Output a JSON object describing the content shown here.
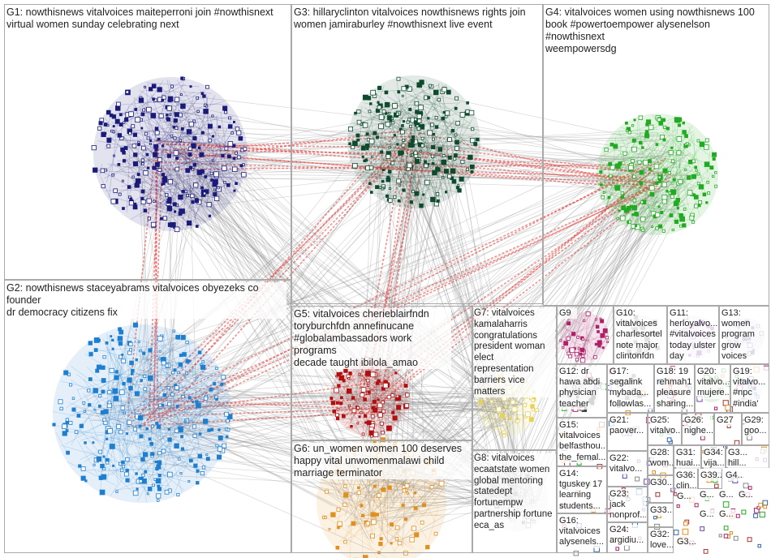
{
  "groups": [
    {
      "id": "G1",
      "label": "G1: nowthisnews vitalvoices maiteperroni join #nowthisnext\nvirtual women sunday celebrating next",
      "color": "#1a1a7a"
    },
    {
      "id": "G2",
      "label": "G2: nowthisnews staceyabrams vitalvoices obyezeks co founder\ndr democracy citizens fix",
      "color": "#1e7fd0"
    },
    {
      "id": "G3",
      "label": "G3: hillaryclinton vitalvoices nowthisnews rights join\nwomen jamiraburley #nowthisnext live event",
      "color": "#0e4a2e"
    },
    {
      "id": "G4",
      "label": "G4: vitalvoices women using nowthisnews 100\nbook #powertoempower alysenelson #nowthisnext\nweempowersdg",
      "color": "#22aa22"
    },
    {
      "id": "G5",
      "label": "G5: vitalvoices cherieblairfndn\ntoryburchfdn annefinucane\n#globalambassadors work programs\ndecade taught ibilola_amao",
      "color": "#b01010"
    },
    {
      "id": "G6",
      "label": "G6: un_women women 100 deserves\nhappy vital unwomenmalawi child\nmarriage terminator",
      "color": "#e09020"
    },
    {
      "id": "G7",
      "label": "G7: vitalvoices\nkamalaharris\ncongratulations\npresident woman\nelect\nrepresentation\nbarriers vice\nmatters",
      "color": "#e6d25a"
    },
    {
      "id": "G8",
      "label": "G8: vitalvoices\necaatstate women\nglobal mentoring\nstatedept\nfortunempw\npartnership fortune\neca_as",
      "color": "#888888"
    },
    {
      "id": "G9",
      "label": "G9",
      "color": "#b0206a"
    },
    {
      "id": "G10",
      "label": "G10:\nvitalvoices\ncharlesortel\nnote major\nclintonfdn",
      "color": "#7a7a7a"
    },
    {
      "id": "G11",
      "label": "G11:\nherloyalvo...\n#vitalvoices\ntoday ulster\nday",
      "color": "#8844aa"
    },
    {
      "id": "G13",
      "label": "G13:\nwomen\nprogram\ngrow\nvoices",
      "color": "#666699"
    },
    {
      "id": "G12",
      "label": "G12: dr\nhawa abdi\nphysician\nteacher",
      "color": "#444444"
    },
    {
      "id": "G17",
      "label": "G17:\nsegalink\nmybada...\nfollowlas...",
      "color": "#777777"
    },
    {
      "id": "G18",
      "label": "G18: 19\nrehmah1\npleasure\nsharing...",
      "color": "#aa3333"
    },
    {
      "id": "G20",
      "label": "G20:\nvitalvo...\nmujere...",
      "color": "#338833"
    },
    {
      "id": "G19",
      "label": "G19:\nvitalvo...\n#npc\n#india'",
      "color": "#3366aa"
    },
    {
      "id": "G15",
      "label": "G15:\nvitalvoices\nbelfasthou...\nthe_femal...",
      "color": "#556677"
    },
    {
      "id": "G21",
      "label": "G21:\npaover...",
      "color": "#884422"
    },
    {
      "id": "G25",
      "label": "G25:\nvitalvo...",
      "color": "#224488"
    },
    {
      "id": "G26",
      "label": "G26:\nnighe...",
      "color": "#228844"
    },
    {
      "id": "G27",
      "label": "G27",
      "color": "#aa22aa"
    },
    {
      "id": "G29",
      "label": "G29:\ngoo...",
      "color": "#4466cc"
    },
    {
      "id": "G22",
      "label": "G22:\nvitalvo...",
      "color": "#888800"
    },
    {
      "id": "G28",
      "label": "G28:\nwom...",
      "color": "#666666"
    },
    {
      "id": "G31",
      "label": "G31:\nhuai...",
      "color": "#996633"
    },
    {
      "id": "G34",
      "label": "G34:\nvija...",
      "color": "#336666"
    },
    {
      "id": "G3x",
      "label": "G3...\nhill...",
      "color": "#555555"
    },
    {
      "id": "G14",
      "label": "G14:\ntguskey 17\nlearning\nstudents...",
      "color": "#555588"
    },
    {
      "id": "G23",
      "label": "G23:\njack\nnonprof...",
      "color": "#558855"
    },
    {
      "id": "G30",
      "label": "G30...",
      "color": "#666666"
    },
    {
      "id": "G36",
      "label": "G36:\nclin...",
      "color": "#666666"
    },
    {
      "id": "G39",
      "label": "G39...",
      "color": "#666666"
    },
    {
      "id": "G16",
      "label": "G16:\nvitalvoices\nalysenels...",
      "color": "#666666"
    },
    {
      "id": "G24",
      "label": "G24:\nargidiu...",
      "color": "#666666"
    },
    {
      "id": "G33",
      "label": "G33...",
      "color": "#666666"
    },
    {
      "id": "G32",
      "label": "G32:\nlove...",
      "color": "#666666"
    },
    {
      "id": "G4x",
      "label": "G4...",
      "color": "#666666"
    },
    {
      "id": "Gs1",
      "label": "G...",
      "color": "#666666"
    },
    {
      "id": "Gs2",
      "label": "G...",
      "color": "#666666"
    },
    {
      "id": "Gs3",
      "label": "G...",
      "color": "#666666"
    },
    {
      "id": "Gs4",
      "label": "G...",
      "color": "#666666"
    },
    {
      "id": "Gs5",
      "label": "G...",
      "color": "#666666"
    },
    {
      "id": "Gs6",
      "label": "G...",
      "color": "#666666"
    },
    {
      "id": "Gs7",
      "label": "G3...",
      "color": "#666666"
    }
  ]
}
